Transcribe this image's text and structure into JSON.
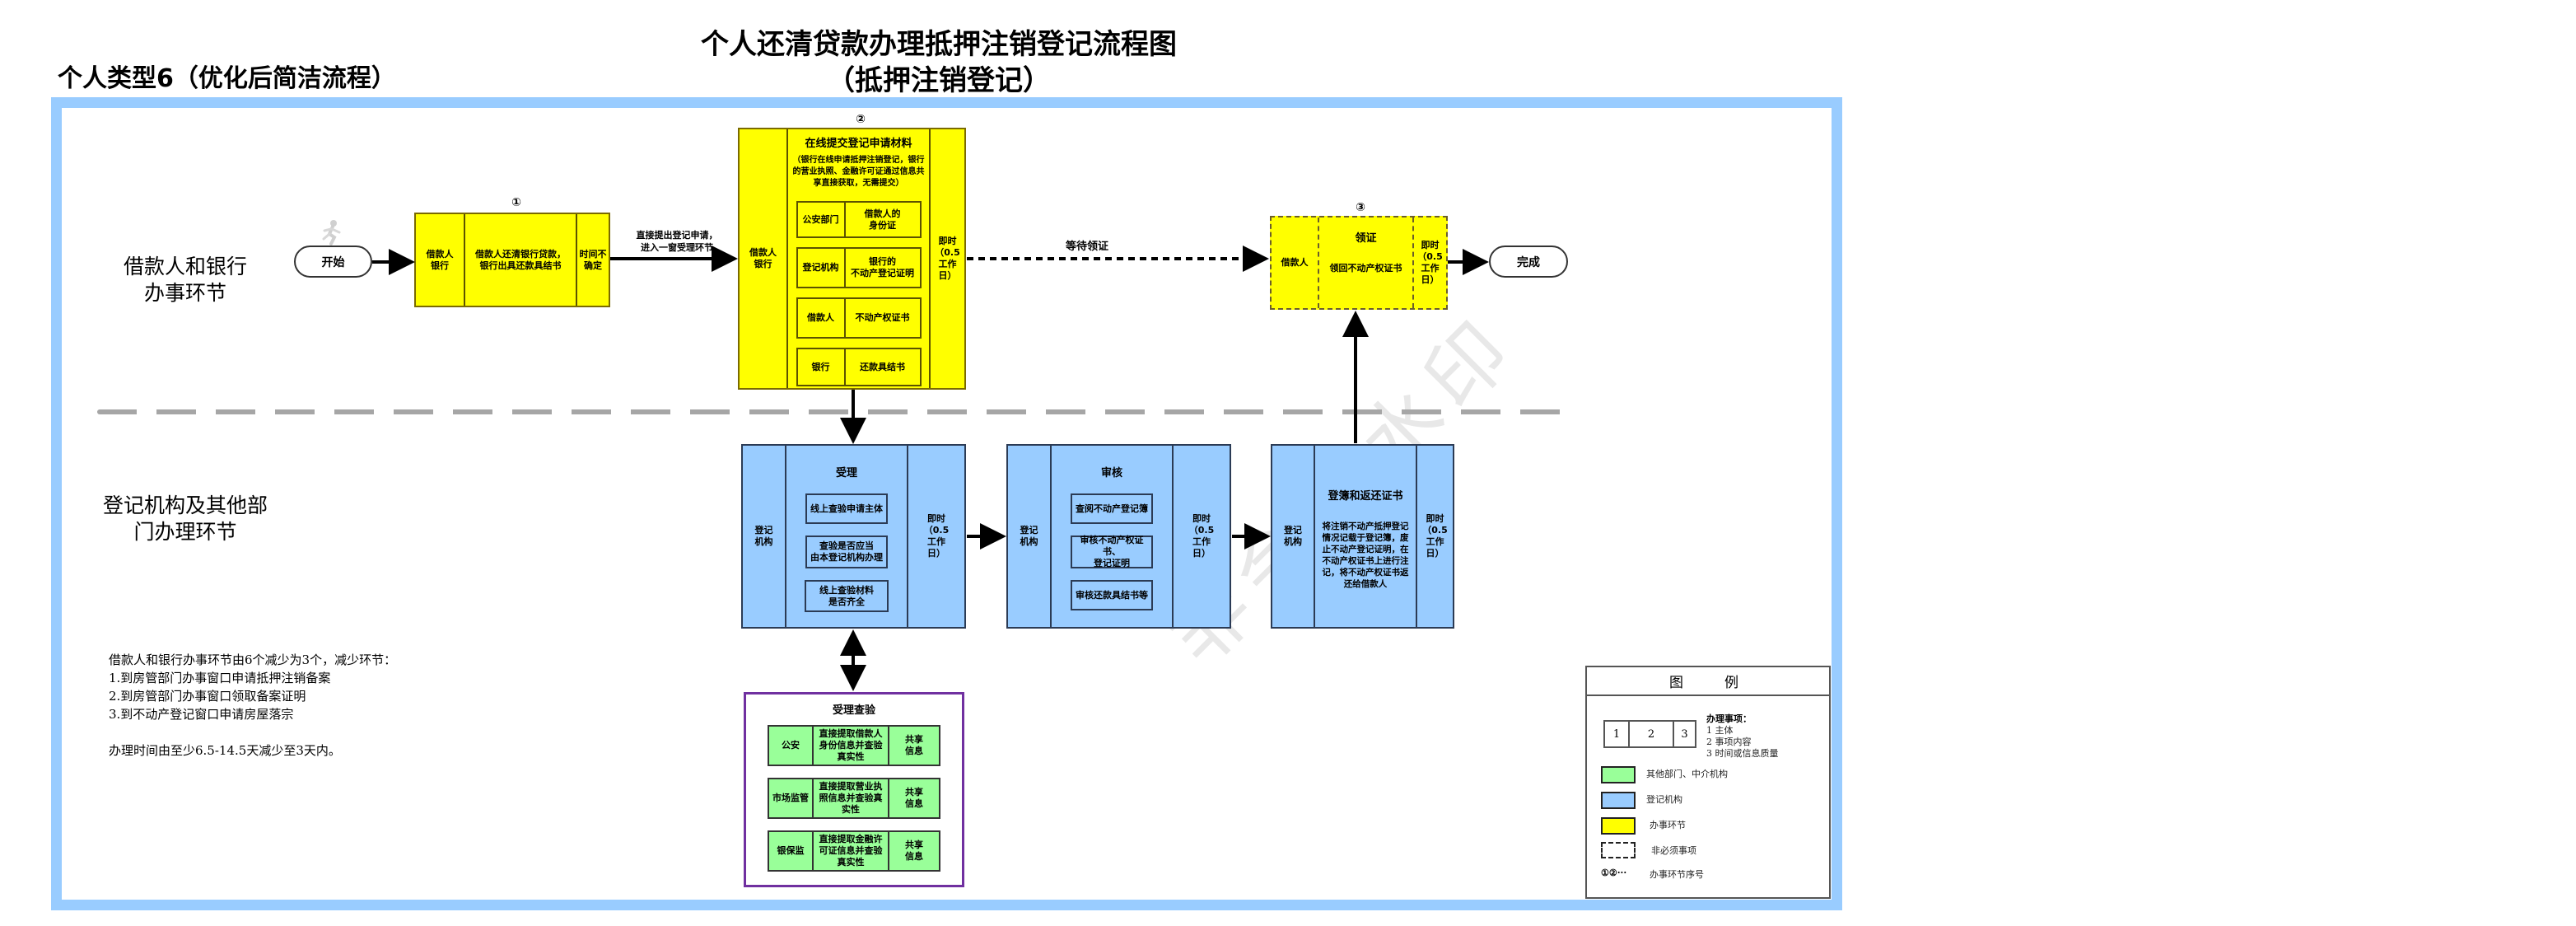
{
  "header": {
    "subtitle": "个人类型6（优化后简洁流程）",
    "title_line1": "个人还清贷款办理抵押注销登记流程图",
    "title_line2": "（抵押注销登记）"
  },
  "lanes": {
    "top": "借款人和银行\n办事环节",
    "bottom": "登记机构及其他部\n门办理环节"
  },
  "terminals": {
    "start": "开始",
    "end": "完成"
  },
  "connectors": {
    "to_stage2": "直接提出登记申请，\n进入一窗受理环节",
    "wait": "等待领证"
  },
  "stage1": {
    "seq": "①",
    "subject": "借款人\n银行",
    "content": "借款人还清银行贷款，\n银行出具还款具结书",
    "time": "时间不\n确定"
  },
  "stage2": {
    "seq": "②",
    "subject": "借款人\n银行",
    "heading": "在线提交登记申请材料",
    "note": "（银行在线申请抵押注销登记，银行的营业执照、金融许可证通过信息共享直接获取，无需提交）",
    "materials": [
      {
        "source": "公安部门",
        "item": "借款人的\n身份证"
      },
      {
        "source": "登记机构",
        "item": "银行的\n不动产登记证明"
      },
      {
        "source": "借款人",
        "item": "不动产权证书"
      },
      {
        "source": "银行",
        "item": "还款具结书"
      }
    ],
    "time": "即时\n（0.5\n工作\n日）"
  },
  "stage3": {
    "seq": "③",
    "subject": "借款人",
    "heading": "领证",
    "content": "领回不动产权证书",
    "time": "即时\n（0.5\n工作\n日）"
  },
  "accept": {
    "subject": "登记\n机构",
    "heading": "受理",
    "items": [
      "线上查验申请主体",
      "查验是否应当\n由本登记机构办理",
      "线上查验材料\n是否齐全"
    ],
    "time": "即时\n（0.5\n工作\n日）"
  },
  "review": {
    "subject": "登记\n机构",
    "heading": "审核",
    "items": [
      "查阅不动产登记簿",
      "审核不动产权证书、\n登记证明",
      "审核还款具结书等"
    ],
    "time": "即时\n（0.5\n工作\n日）"
  },
  "record": {
    "subject": "登记\n机构",
    "heading": "登簿和返还证书",
    "content": "将注销不动产抵押登记情况记载于登记簿，废止不动产登记证明，在不动产权证书上进行注记，将不动产权证书返还给借款人",
    "time": "即时\n（0.5\n工作\n日）"
  },
  "verify": {
    "heading": "受理查验",
    "rows": [
      {
        "dept": "公安",
        "action": "直接提取借款人身份信息并查验真实性",
        "mode": "共享\n信息"
      },
      {
        "dept": "市场监管",
        "action": "直接提取营业执照信息并查验真实性",
        "mode": "共享\n信息"
      },
      {
        "dept": "银保监",
        "action": "直接提取金融许可证信息并查验真实性",
        "mode": "共享\n信息"
      }
    ]
  },
  "note": {
    "lines": [
      "借款人和银行办事环节由6个减少为3个，减少环节：",
      "1.到房管部门办事窗口申请抵押注销备案",
      "2.到房管部门办事窗口领取备案证明",
      "3.到不动产登记窗口申请房屋落宗",
      "",
      "办理时间由至少6.5-14.5天减少至3天内。"
    ]
  },
  "legend": {
    "title": "图例",
    "sample_cells": [
      "1",
      "2",
      "3"
    ],
    "matters_title": "办理事项：",
    "matters": [
      "1 主体",
      "2 事项内容",
      "3 时间或信息质量"
    ],
    "items": [
      {
        "label": "其他部门、中介机构",
        "color": "#99FF99"
      },
      {
        "label": "登记机构",
        "color": "#99CCFF"
      },
      {
        "label": "办事环节",
        "color": "#FFFF00"
      },
      {
        "label": "非必须事项",
        "style": "dashed"
      },
      {
        "label": "办事环节序号",
        "symbol": "①②···"
      }
    ]
  },
  "watermark": "非会员水印",
  "colors": {
    "frame": "#99CCFF",
    "yellow": "#FFFF00",
    "blue": "#99CCFF",
    "green": "#99FF99",
    "purple": "#7030A0",
    "divider": "#A6A6A6"
  }
}
